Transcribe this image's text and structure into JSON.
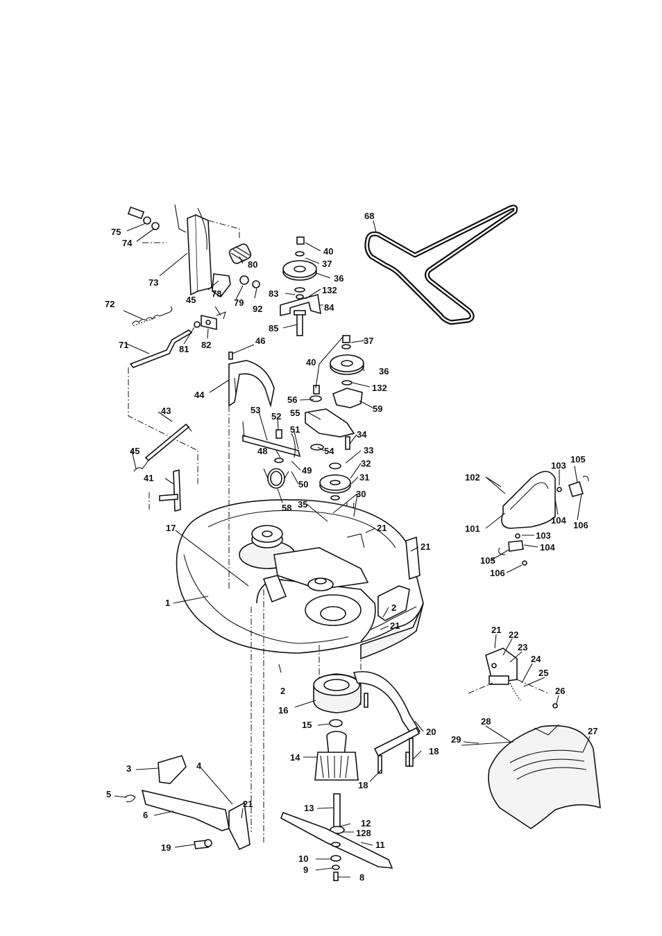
{
  "diagram": {
    "belt_label": "68",
    "labels": [
      "75",
      "74",
      "73",
      "78",
      "80",
      "79",
      "92",
      "45",
      "72",
      "81",
      "82",
      "71",
      "46",
      "44",
      "40",
      "37",
      "36",
      "83",
      "132",
      "84",
      "85",
      "40",
      "37",
      "36",
      "132",
      "56",
      "59",
      "55",
      "53",
      "52",
      "51",
      "34",
      "48",
      "49",
      "54",
      "33",
      "32",
      "31",
      "50",
      "58",
      "35",
      "30",
      "43",
      "45",
      "41",
      "17",
      "21",
      "21",
      "1",
      "2",
      "21",
      "2",
      "16",
      "15",
      "14",
      "13",
      "12",
      "128",
      "11",
      "10",
      "9",
      "8",
      "20",
      "18",
      "18",
      "3",
      "4",
      "5",
      "6",
      "21",
      "19",
      "102",
      "103",
      "105",
      "101",
      "104",
      "106",
      "103",
      "104",
      "105",
      "106",
      "21",
      "22",
      "23",
      "24",
      "25",
      "26",
      "28",
      "29",
      "27"
    ]
  }
}
